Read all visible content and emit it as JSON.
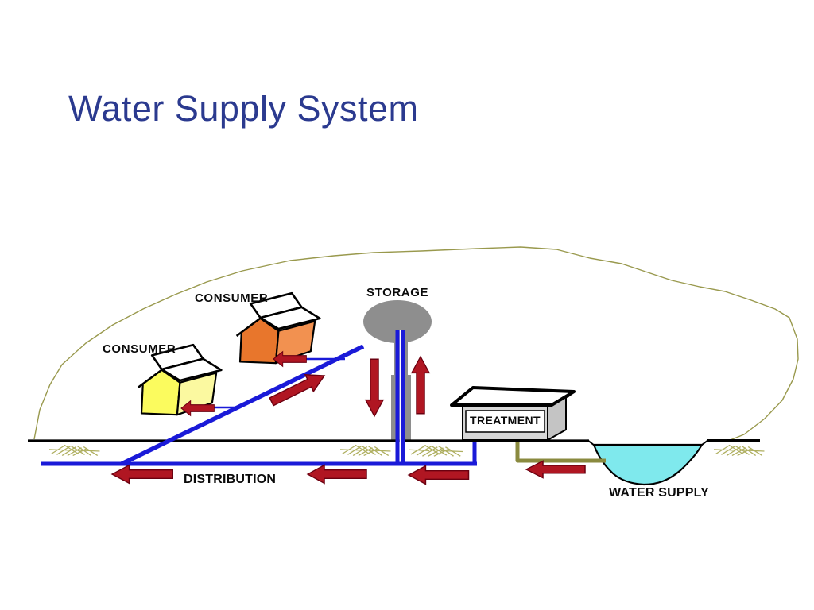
{
  "title": "Water Supply System",
  "diagram": {
    "labels": {
      "consumer_upper": "CONSUMER",
      "consumer_lower": "CONSUMER",
      "storage": "STORAGE",
      "treatment": "TREATMENT",
      "distribution": "DISTRIBUTION",
      "water_supply": "WATER SUPPLY"
    }
  },
  "colors": {
    "background": "#FFFFFF",
    "title_text": "#2B3A8F",
    "label_text": "#0A0A0A",
    "pipe_blue": "#1A1AD8",
    "flow_arrow_red": "#B01622",
    "arrow_outline": "#6B0010",
    "storage_gray": "#8E8E8E",
    "treatment_front": "#D6D6D6",
    "treatment_side": "#C4C4C4",
    "house_orange_front": "#E8762C",
    "house_orange_side": "#F29150",
    "house_yellow_front": "#FBFB5E",
    "house_yellow_side": "#FBF9A0",
    "water_cyan": "#7FE9ED",
    "raw_water_pipe_olive": "#8A8A3F",
    "terrain_line": "#99994D",
    "ground_line": "#000000"
  }
}
